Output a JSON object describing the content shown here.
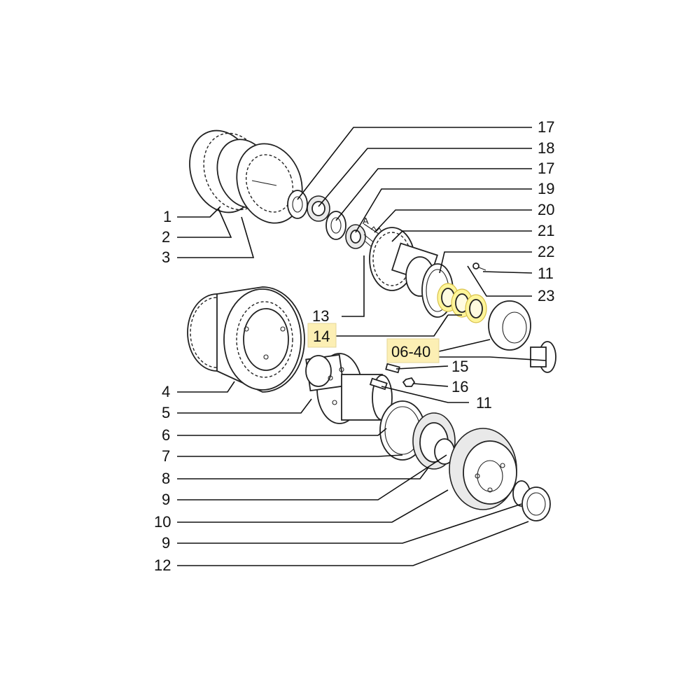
{
  "callouts": [
    {
      "id": "c17a",
      "text": "17"
    },
    {
      "id": "c18",
      "text": "18"
    },
    {
      "id": "c17b",
      "text": "17"
    },
    {
      "id": "c19",
      "text": "19"
    },
    {
      "id": "c20",
      "text": "20"
    },
    {
      "id": "c21",
      "text": "21"
    },
    {
      "id": "c22",
      "text": "22"
    },
    {
      "id": "c11a",
      "text": "11"
    },
    {
      "id": "c23",
      "text": "23"
    },
    {
      "id": "c1",
      "text": "1"
    },
    {
      "id": "c2",
      "text": "2"
    },
    {
      "id": "c3",
      "text": "3"
    },
    {
      "id": "c13",
      "text": "13"
    },
    {
      "id": "c14",
      "text": "14",
      "highlight": true
    },
    {
      "id": "c0640",
      "text": "06-40",
      "highlight": true
    },
    {
      "id": "c15",
      "text": "15"
    },
    {
      "id": "c16",
      "text": "16"
    },
    {
      "id": "c11b",
      "text": "11"
    },
    {
      "id": "c4",
      "text": "4"
    },
    {
      "id": "c5",
      "text": "5"
    },
    {
      "id": "c6",
      "text": "6"
    },
    {
      "id": "c7",
      "text": "7"
    },
    {
      "id": "c8",
      "text": "8"
    },
    {
      "id": "c9a",
      "text": "9"
    },
    {
      "id": "c10",
      "text": "10"
    },
    {
      "id": "c9b",
      "text": "9"
    },
    {
      "id": "c12",
      "text": "12"
    }
  ],
  "detail_marker": "A",
  "colors": {
    "highlight_fill": "#fff59a",
    "highlight_box": "#fcefb4",
    "line": "#111111"
  }
}
